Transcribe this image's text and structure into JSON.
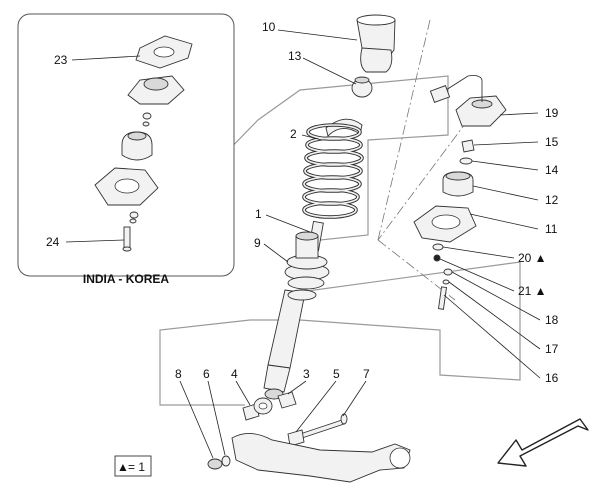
{
  "inset": {
    "title": "INDIA - KOREA"
  },
  "legend": {
    "marker": "▲",
    "text": "= 1"
  },
  "callouts": [
    {
      "id": "10",
      "label": "10"
    },
    {
      "id": "13",
      "label": "13"
    },
    {
      "id": "2",
      "label": "2"
    },
    {
      "id": "1",
      "label": "1"
    },
    {
      "id": "9",
      "label": "9"
    },
    {
      "id": "19",
      "label": "19"
    },
    {
      "id": "15",
      "label": "15"
    },
    {
      "id": "14",
      "label": "14"
    },
    {
      "id": "12",
      "label": "12"
    },
    {
      "id": "11",
      "label": "11"
    },
    {
      "id": "20",
      "label": "20 ▲"
    },
    {
      "id": "21",
      "label": "21 ▲"
    },
    {
      "id": "18",
      "label": "18"
    },
    {
      "id": "17",
      "label": "17"
    },
    {
      "id": "16",
      "label": "16"
    },
    {
      "id": "8",
      "label": "8"
    },
    {
      "id": "6",
      "label": "6"
    },
    {
      "id": "4",
      "label": "4"
    },
    {
      "id": "3",
      "label": "3"
    },
    {
      "id": "5",
      "label": "5"
    },
    {
      "id": "7",
      "label": "7"
    },
    {
      "id": "23",
      "label": "23"
    },
    {
      "id": "24",
      "label": "24"
    }
  ],
  "colors": {
    "line": "#333333",
    "ghost": "#9a9a9a",
    "fill": "#f2f2f2"
  }
}
